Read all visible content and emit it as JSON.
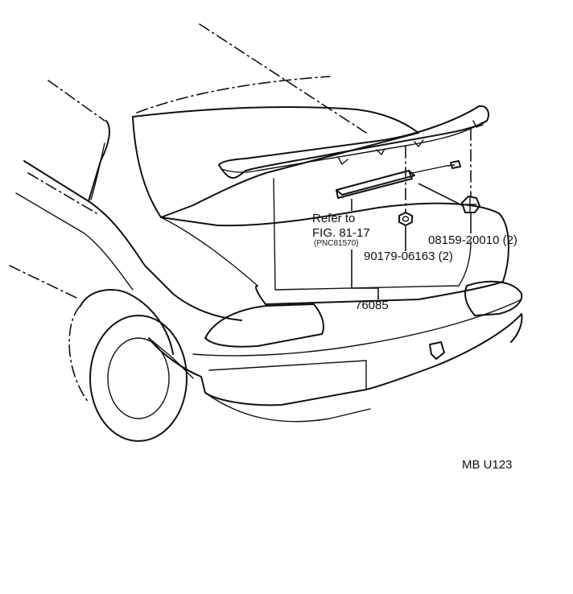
{
  "labels": {
    "refer_line1": "Refer to",
    "refer_line2": "FIG. 81-17",
    "refer_line3": "(PNC81570)",
    "part_clip": "08159-20010 (2)",
    "part_nut": "90179-06163 (2)",
    "part_spoiler": "76085",
    "drawing_code": "MB U123"
  }
}
